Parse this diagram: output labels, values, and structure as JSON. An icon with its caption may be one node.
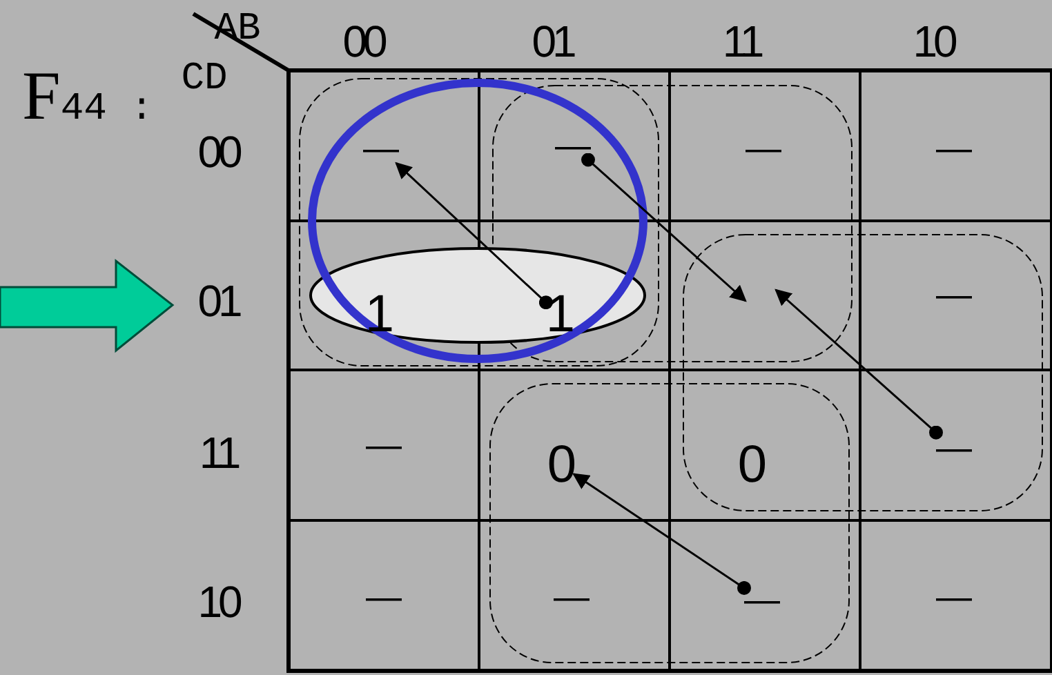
{
  "diagram": {
    "title": "F44 :",
    "nodes": [
      {
        "text": [
          "—"
        ]
      },
      {
        "text": [
          "—"
        ]
      },
      {
        "text": [
          "—"
        ]
      },
      {
        "text": [
          "—"
        ]
      },
      {
        "text": [
          "1"
        ]
      },
      {
        "text": [
          "1"
        ]
      },
      {
        "text": [
          "—"
        ]
      },
      {
        "text": [
          "—"
        ]
      },
      {
        "text": [
          "0"
        ]
      },
      {
        "text": [
          "0"
        ]
      },
      {
        "text": [
          "—"
        ]
      },
      {
        "text": [
          "—"
        ]
      },
      {
        "text": [
          "—"
        ]
      },
      {
        "text": [
          "—"
        ]
      },
      {
        "text": [
          "—"
        ]
      }
    ],
    "edges": [
      {
        "from": 5,
        "to": 0,
        "arrow": "to"
      },
      {
        "from": 1,
        "to": null,
        "arrow": "to"
      },
      {
        "from": 10,
        "to": null,
        "arrow": "to"
      },
      {
        "from": 13,
        "to": 8,
        "arrow": "to"
      }
    ],
    "labels": [
      "AB",
      "00",
      "01",
      "11",
      "10",
      "CD",
      "00",
      "01",
      "11",
      "10"
    ]
  }
}
